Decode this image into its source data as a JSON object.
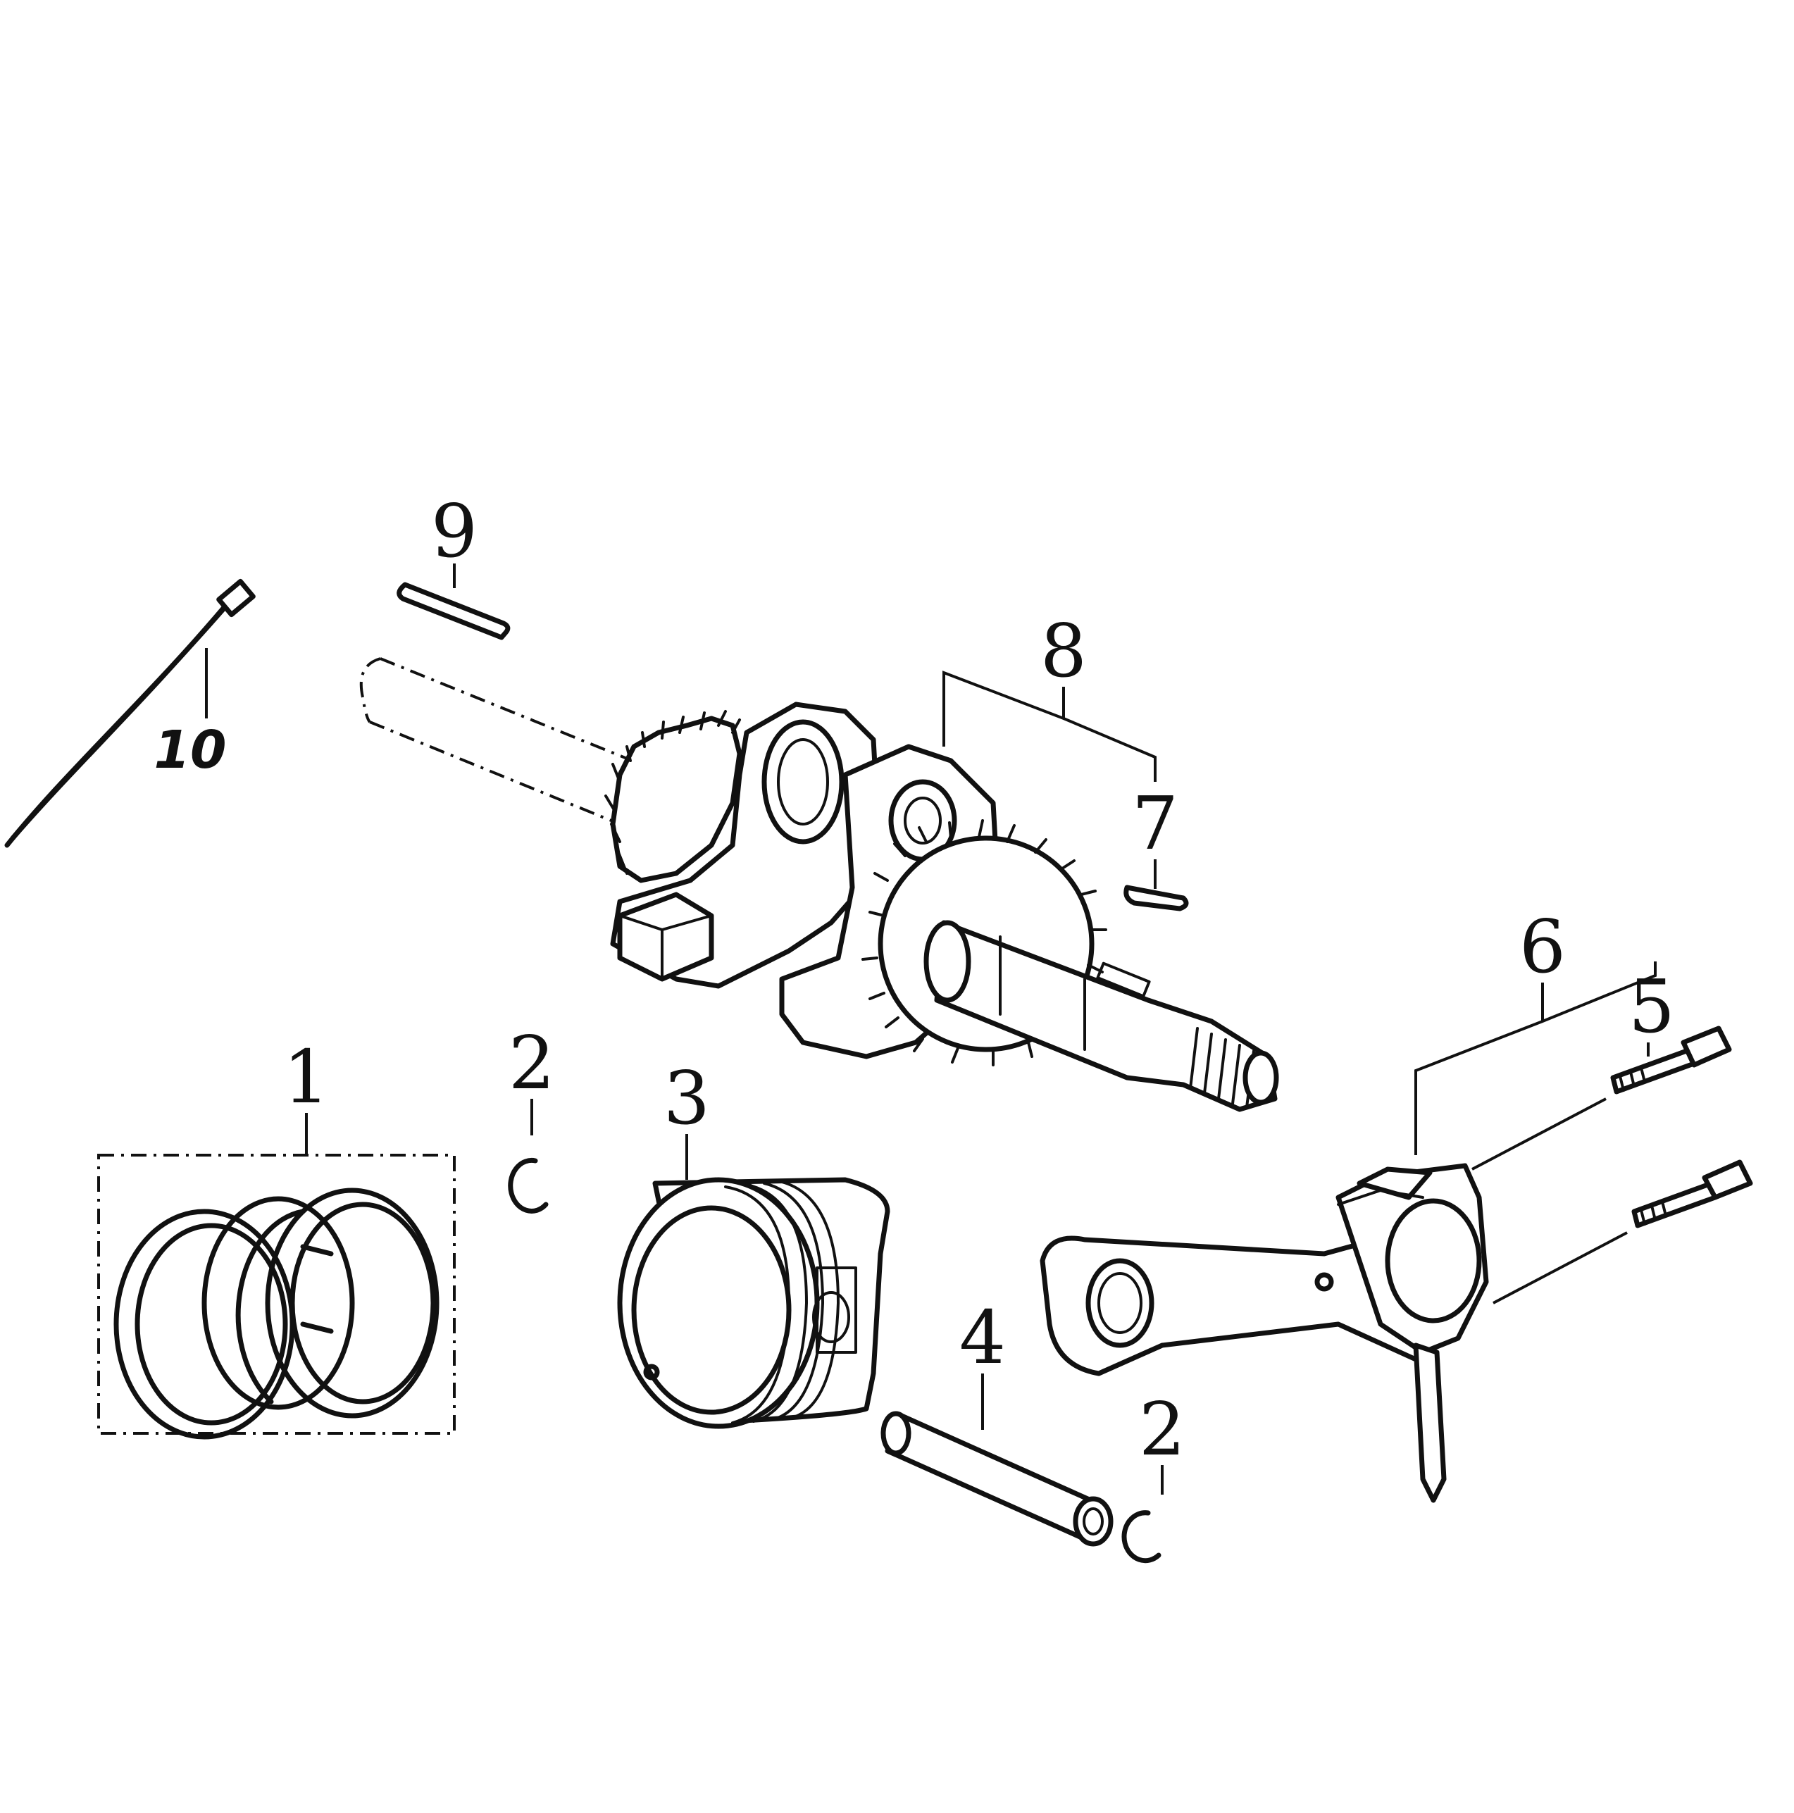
{
  "callouts": [
    {
      "id": "1",
      "text": "1"
    },
    {
      "id": "2a",
      "text": "2"
    },
    {
      "id": "3",
      "text": "3"
    },
    {
      "id": "4",
      "text": "4"
    },
    {
      "id": "2b",
      "text": "2"
    },
    {
      "id": "5",
      "text": "5"
    },
    {
      "id": "6",
      "text": "6"
    },
    {
      "id": "7",
      "text": "7"
    },
    {
      "id": "8",
      "text": "8"
    },
    {
      "id": "9",
      "text": "9"
    },
    {
      "id": "10",
      "text": "10"
    }
  ]
}
